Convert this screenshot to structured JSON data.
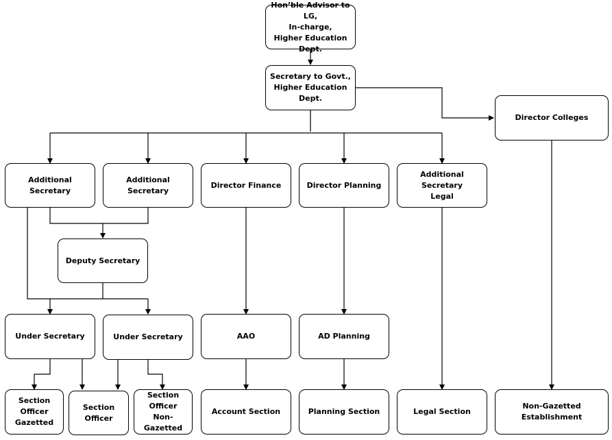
{
  "nodes": {
    "advisor": "Hon’ble Advisor to LG,\nIn-charge,\nHigher Education Dept.",
    "secretary": "Secretary to Govt.,\nHigher Education Dept.",
    "director_colleges": "Director Colleges",
    "addl_secretary_1": "Additional Secretary",
    "addl_secretary_2": "Additional Secretary",
    "director_finance": "Director Finance",
    "director_planning": "Director Planning",
    "addl_secretary_legal": "Additional Secretary\nLegal",
    "deputy_secretary": "Deputy Secretary",
    "under_secretary_1": "Under Secretary",
    "under_secretary_2": "Under Secretary",
    "aao": "AAO",
    "ad_planning": "AD Planning",
    "so_gazetted": "Section Officer\nGazetted",
    "section_officer": "Section Officer",
    "so_non_gazetted": "Section Officer\nNon-Gazetted",
    "account_section": "Account Section",
    "planning_section": "Planning Section",
    "legal_section": "Legal Section",
    "non_gazetted_establishment": "Non-Gazetted Establishment"
  }
}
